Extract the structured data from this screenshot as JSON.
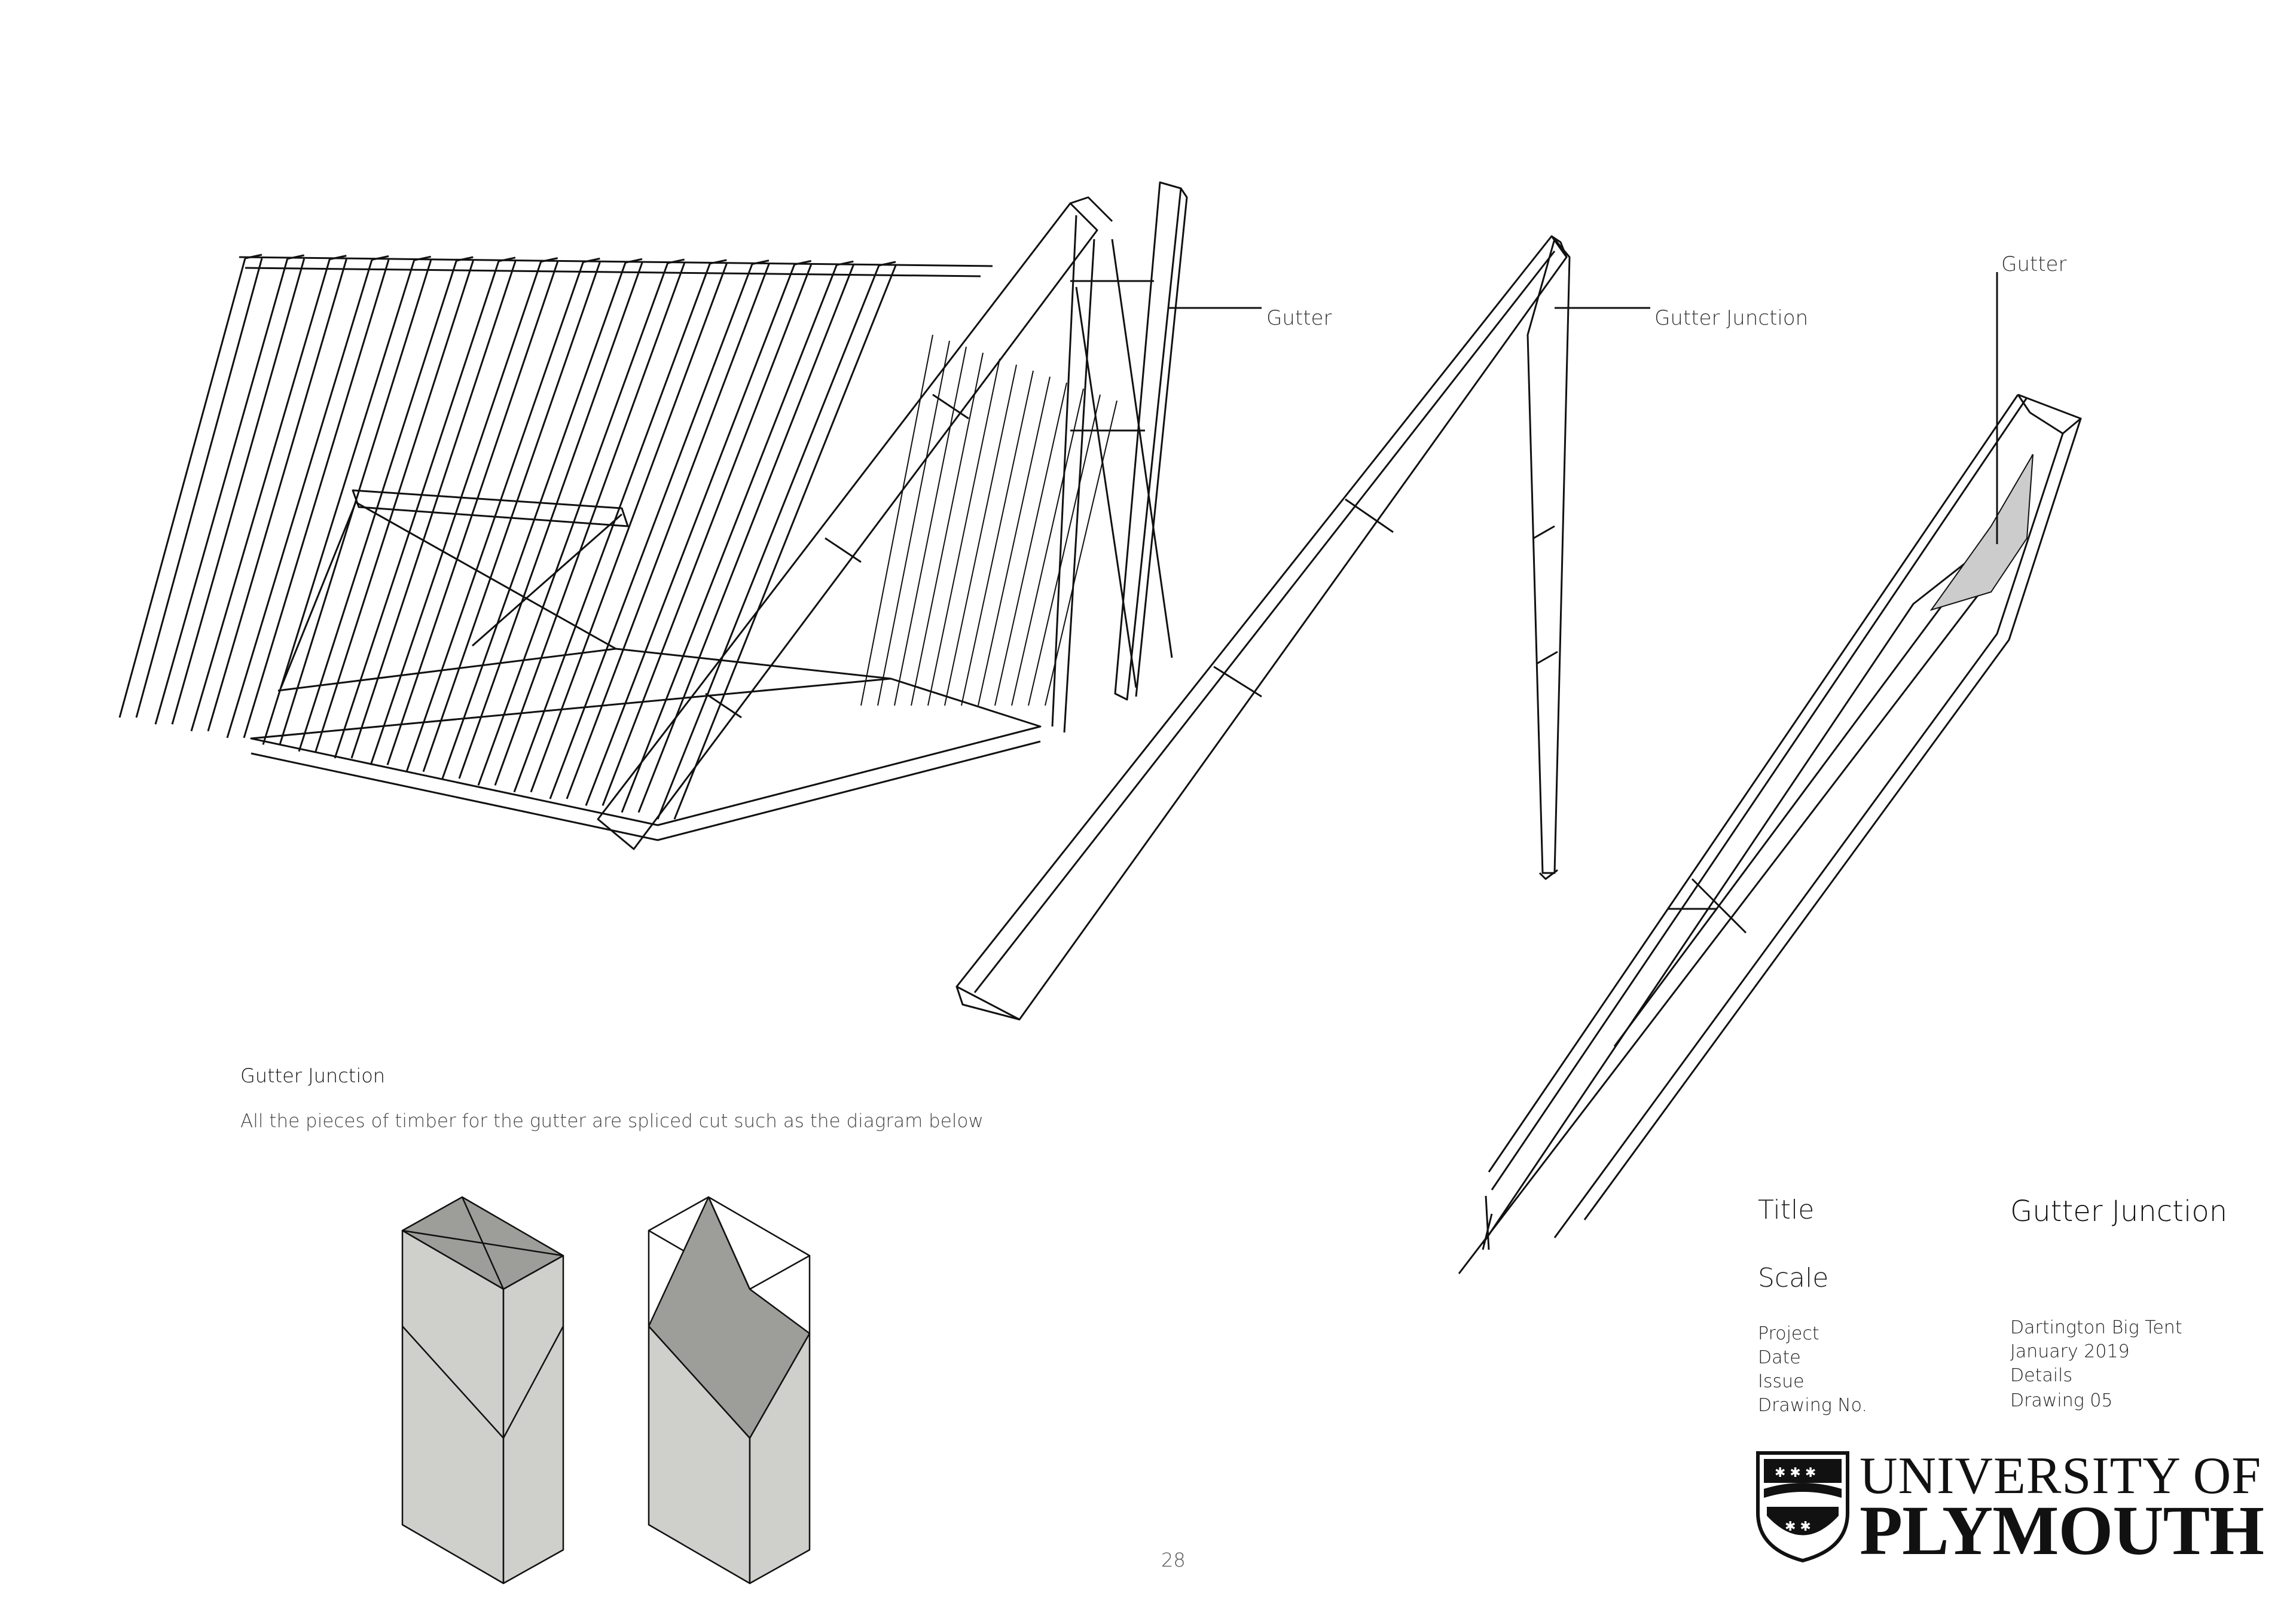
{
  "callouts": {
    "gutter_left": "Gutter",
    "gutter_junction": "Gutter Junction",
    "gutter_right": "Gutter"
  },
  "section": {
    "heading": "Gutter Junction",
    "caption": "All the pieces of timber for the gutter are spliced cut such as the diagram below"
  },
  "title_block": {
    "title_label": "Title",
    "title_value": "Gutter Junction",
    "scale_label": "Scale",
    "project_label": "Project",
    "date_label": "Date",
    "issue_label": "Issue",
    "drawing_no_label": "Drawing No.",
    "project_value": "Dartington Big Tent",
    "date_value": "January 2019",
    "issue_value": "Details",
    "drawing_no_value": "Drawing 05"
  },
  "logo": {
    "line1": "UNIVERSITY OF",
    "line2": "PLYMOUTH"
  },
  "page_number": "28",
  "colors": {
    "line": "#111111",
    "block_light": "#cfcfcc",
    "block_dark": "#9d9d99",
    "gutter_shade": "#c8c8c8"
  }
}
